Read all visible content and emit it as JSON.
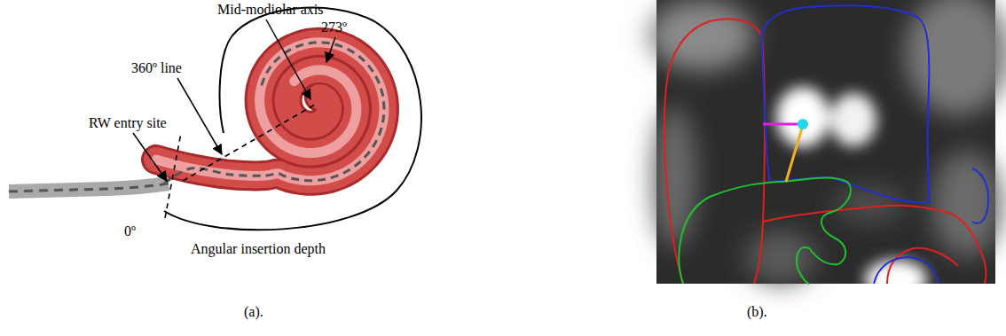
{
  "diagram": {
    "labels": [
      "Mid-modiolar axis",
      "273º",
      "360º line",
      "RW entry site",
      "0º",
      "Angular insertion depth",
      "(a).",
      "(b)."
    ]
  }
}
